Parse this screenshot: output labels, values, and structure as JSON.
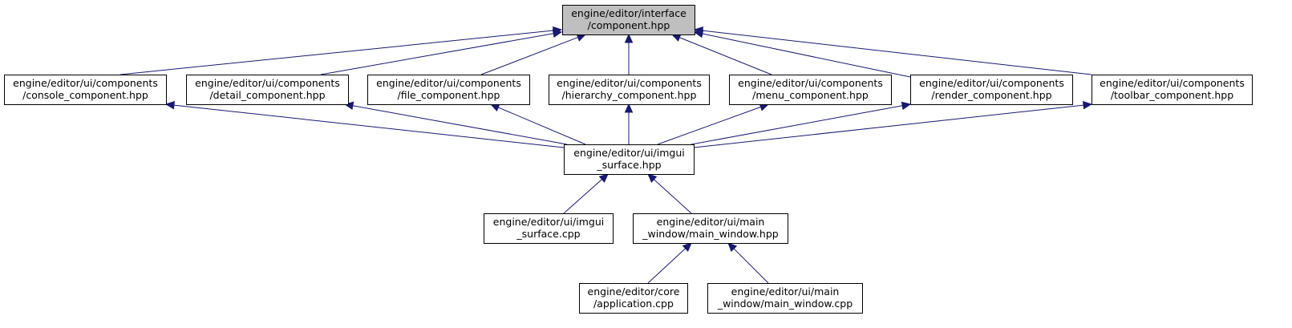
{
  "diagram": {
    "type": "include-dependency-graph",
    "edge_color": "#191970",
    "root_fill": "#bfbfbf",
    "nodes": [
      {
        "id": "component_hpp",
        "lines": [
          "engine/editor/interface",
          "/component.hpp"
        ],
        "highlighted": true
      },
      {
        "id": "console_component",
        "lines": [
          "engine/editor/ui/components",
          "/console_component.hpp"
        ]
      },
      {
        "id": "detail_component",
        "lines": [
          "engine/editor/ui/components",
          "/detail_component.hpp"
        ]
      },
      {
        "id": "file_component",
        "lines": [
          "engine/editor/ui/components",
          "/file_component.hpp"
        ]
      },
      {
        "id": "hierarchy_component",
        "lines": [
          "engine/editor/ui/components",
          "/hierarchy_component.hpp"
        ]
      },
      {
        "id": "menu_component",
        "lines": [
          "engine/editor/ui/components",
          "/menu_component.hpp"
        ]
      },
      {
        "id": "render_component",
        "lines": [
          "engine/editor/ui/components",
          "/render_component.hpp"
        ]
      },
      {
        "id": "toolbar_component",
        "lines": [
          "engine/editor/ui/components",
          "/toolbar_component.hpp"
        ]
      },
      {
        "id": "imgui_surface_hpp",
        "lines": [
          "engine/editor/ui/imgui",
          "_surface.hpp"
        ]
      },
      {
        "id": "imgui_surface_cpp",
        "lines": [
          "engine/editor/ui/imgui",
          "_surface.cpp"
        ]
      },
      {
        "id": "main_window_hpp",
        "lines": [
          "engine/editor/ui/main",
          "_window/main_window.hpp"
        ]
      },
      {
        "id": "application_cpp",
        "lines": [
          "engine/editor/core",
          "/application.cpp"
        ]
      },
      {
        "id": "main_window_cpp",
        "lines": [
          "engine/editor/ui/main",
          "_window/main_window.cpp"
        ]
      }
    ],
    "edges": [
      {
        "from": "console_component",
        "to": "component_hpp"
      },
      {
        "from": "detail_component",
        "to": "component_hpp"
      },
      {
        "from": "file_component",
        "to": "component_hpp"
      },
      {
        "from": "hierarchy_component",
        "to": "component_hpp"
      },
      {
        "from": "menu_component",
        "to": "component_hpp"
      },
      {
        "from": "render_component",
        "to": "component_hpp"
      },
      {
        "from": "toolbar_component",
        "to": "component_hpp"
      },
      {
        "from": "imgui_surface_hpp",
        "to": "console_component"
      },
      {
        "from": "imgui_surface_hpp",
        "to": "detail_component"
      },
      {
        "from": "imgui_surface_hpp",
        "to": "file_component"
      },
      {
        "from": "imgui_surface_hpp",
        "to": "hierarchy_component"
      },
      {
        "from": "imgui_surface_hpp",
        "to": "menu_component"
      },
      {
        "from": "imgui_surface_hpp",
        "to": "render_component"
      },
      {
        "from": "imgui_surface_hpp",
        "to": "toolbar_component"
      },
      {
        "from": "imgui_surface_cpp",
        "to": "imgui_surface_hpp"
      },
      {
        "from": "main_window_hpp",
        "to": "imgui_surface_hpp"
      },
      {
        "from": "application_cpp",
        "to": "main_window_hpp"
      },
      {
        "from": "main_window_cpp",
        "to": "main_window_hpp"
      }
    ]
  }
}
